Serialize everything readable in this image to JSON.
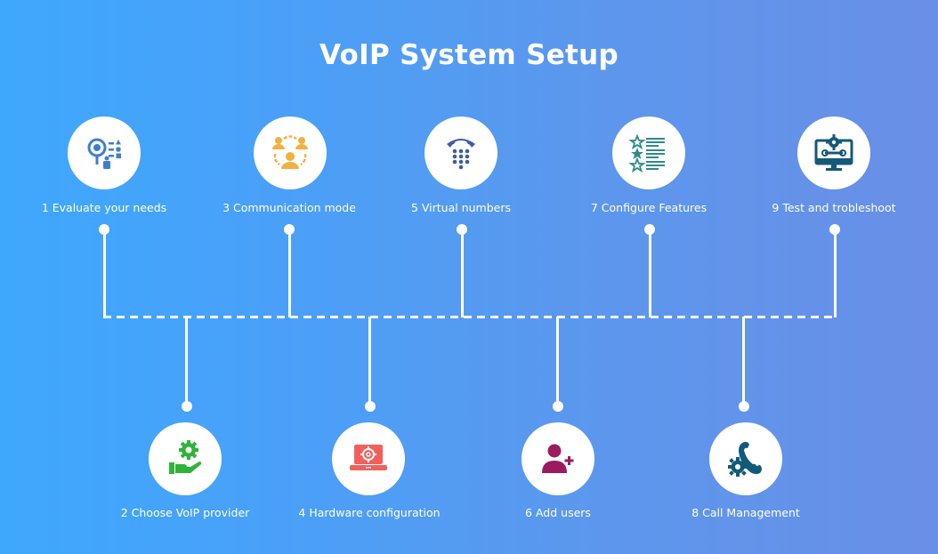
{
  "title": "VoIP System Setup",
  "colors": {
    "background_start": "#3ea8fd",
    "background_end": "#6a8fe6",
    "evaluate_icon": "#3d7fcc",
    "communication_icon": "#f0b13f",
    "virtual_numbers_icon": "#3f5aa6",
    "features_icon": "#2f8a8a",
    "test_icon": "#15587a",
    "provider_icon": "#2fb33b",
    "hardware_icon": "#f25f5c",
    "users_icon": "#9c1a5f",
    "call_icon": "#125a7a"
  },
  "steps": [
    {
      "label": "1 Evaluate your needs",
      "icon": "evaluate-needs-icon"
    },
    {
      "label": "2 Choose VoIP provider",
      "icon": "provider-hand-gear-icon"
    },
    {
      "label": "3 Communication mode",
      "icon": "team-communication-icon"
    },
    {
      "label": "4 Hardware configuration",
      "icon": "laptop-gear-icon"
    },
    {
      "label": "5 Virtual numbers",
      "icon": "phone-keypad-icon"
    },
    {
      "label": "6 Add users",
      "icon": "add-user-icon"
    },
    {
      "label": "7 Configure Features",
      "icon": "star-checklist-icon"
    },
    {
      "label": "8 Call Management",
      "icon": "phone-gear-icon"
    },
    {
      "label": "9 Test and trobleshoot",
      "icon": "monitor-tools-icon"
    }
  ]
}
